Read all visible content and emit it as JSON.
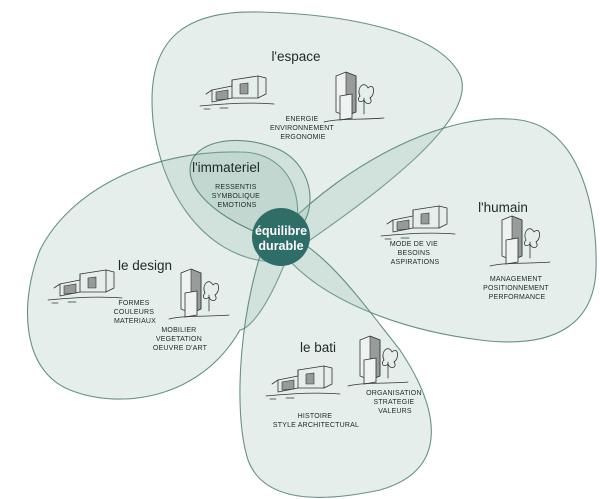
{
  "colors": {
    "petal_fill": "#9cbcb0",
    "petal_stroke": "#4f7f72",
    "center_fill": "#2e6e66",
    "text": "#1d2a27"
  },
  "center": {
    "line1": "équilibre",
    "line2": "durable"
  },
  "petals": {
    "espace": {
      "title": "l'espace",
      "items": [
        "ENERGIE",
        "ENVIRONNEMENT",
        "ERGONOMIE"
      ]
    },
    "immateriel": {
      "title": "l'immateriel",
      "items": [
        "RESSENTIS",
        "SYMBOLIQUE",
        "EMOTIONS"
      ]
    },
    "humain": {
      "title": "l'humain",
      "items_left": [
        "MODE DE VIE",
        "BESOINS",
        "ASPIRATIONS"
      ],
      "items_right": [
        "MANAGEMENT",
        "POSITIONNEMENT",
        "PERFORMANCE"
      ]
    },
    "design": {
      "title": "le design",
      "items_left": [
        "FORMES",
        "COULEURS",
        "MATERIAUX"
      ],
      "items_right": [
        "MOBILIER",
        "VEGETATION",
        "OEUVRE D'ART"
      ]
    },
    "bati": {
      "title": "le bati",
      "items_left": [
        "HISTOIRE",
        "STYLE ARCHITECTURAL"
      ],
      "items_right": [
        "ORGANISATION",
        "STRATEGIE",
        "VALEURS"
      ]
    }
  },
  "icons": [
    "house-sketch-icon",
    "tower-tree-sketch-icon"
  ]
}
